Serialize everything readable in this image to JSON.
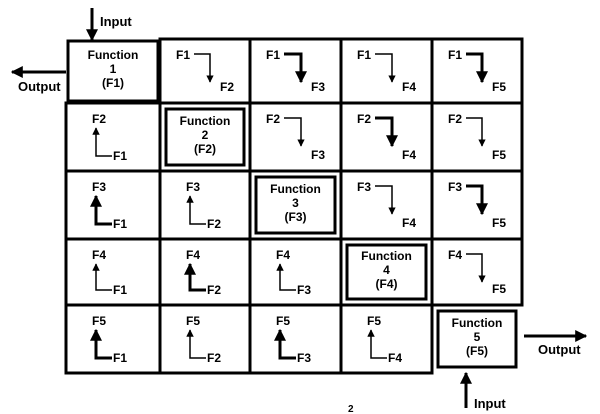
{
  "labels": {
    "input": "Input",
    "output": "Output",
    "function_word": "Function"
  },
  "functions": [
    {
      "num": "1",
      "tag": "(F1)",
      "code": "F1"
    },
    {
      "num": "2",
      "tag": "(F2)",
      "code": "F2"
    },
    {
      "num": "3",
      "tag": "(F3)",
      "code": "F3"
    },
    {
      "num": "4",
      "tag": "(F4)",
      "code": "F4"
    },
    {
      "num": "5",
      "tag": "(F5)",
      "code": "F5"
    }
  ],
  "footer_mark": "2"
}
